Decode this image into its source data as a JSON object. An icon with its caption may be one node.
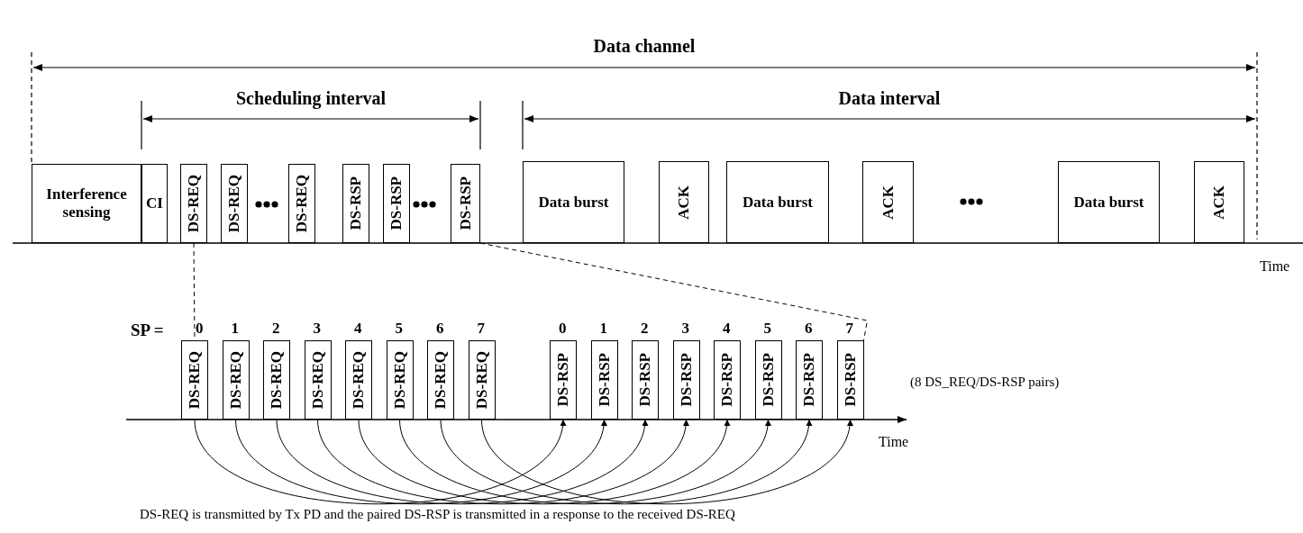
{
  "diagram": {
    "caption": "DS-REQ is transmitted by Tx PD and the paired DS-RSP is transmitted in a response to the received DS-REQ",
    "nodes": [
      {
        "text": [
          "Interference sensing"
        ]
      },
      {
        "text": [
          "CI"
        ]
      },
      {
        "text": [
          "DS-REQ"
        ]
      },
      {
        "text": [
          "DS-REQ"
        ]
      },
      {
        "text": [
          "DS-REQ"
        ]
      },
      {
        "text": [
          "DS-RSP"
        ]
      },
      {
        "text": [
          "DS-RSP"
        ]
      },
      {
        "text": [
          "DS-RSP"
        ]
      },
      {
        "text": [
          "Data burst"
        ]
      },
      {
        "text": [
          "ACK"
        ]
      },
      {
        "text": [
          "Data burst"
        ]
      },
      {
        "text": [
          "ACK"
        ]
      },
      {
        "text": [
          "Data burst"
        ]
      },
      {
        "text": [
          "ACK"
        ]
      },
      {
        "text": [
          "DS-REQ"
        ],
        "beside": [
          "0"
        ]
      },
      {
        "text": [
          "DS-REQ"
        ],
        "beside": [
          "1"
        ]
      },
      {
        "text": [
          "DS-REQ"
        ],
        "beside": [
          "2"
        ]
      },
      {
        "text": [
          "DS-REQ"
        ],
        "beside": [
          "3"
        ]
      },
      {
        "text": [
          "DS-REQ"
        ],
        "beside": [
          "4"
        ]
      },
      {
        "text": [
          "DS-REQ"
        ],
        "beside": [
          "5"
        ]
      },
      {
        "text": [
          "DS-REQ"
        ],
        "beside": [
          "6"
        ]
      },
      {
        "text": [
          "DS-REQ"
        ],
        "beside": [
          "7"
        ]
      },
      {
        "text": [
          "DS-RSP"
        ],
        "beside": [
          "0"
        ]
      },
      {
        "text": [
          "DS-RSP"
        ],
        "beside": [
          "1"
        ]
      },
      {
        "text": [
          "DS-RSP"
        ],
        "beside": [
          "2"
        ]
      },
      {
        "text": [
          "DS-RSP"
        ],
        "beside": [
          "3"
        ]
      },
      {
        "text": [
          "DS-RSP"
        ],
        "beside": [
          "4"
        ]
      },
      {
        "text": [
          "DS-RSP"
        ],
        "beside": [
          "5"
        ]
      },
      {
        "text": [
          "DS-RSP"
        ],
        "beside": [
          "6"
        ]
      },
      {
        "text": [
          "DS-RSP"
        ],
        "beside": [
          "7"
        ]
      }
    ],
    "edges": [
      {
        "from": 14,
        "to": 22,
        "arrow": "to"
      },
      {
        "from": 15,
        "to": 23,
        "arrow": "to"
      },
      {
        "from": 16,
        "to": 24,
        "arrow": "to"
      },
      {
        "from": 17,
        "to": 25,
        "arrow": "to"
      },
      {
        "from": 18,
        "to": 26,
        "arrow": "to"
      },
      {
        "from": 19,
        "to": 27,
        "arrow": "to"
      },
      {
        "from": 20,
        "to": 28,
        "arrow": "to"
      },
      {
        "from": 21,
        "to": 29,
        "arrow": "to"
      },
      {
        "from": 2,
        "to": 14,
        "arrow": "none",
        "style": "dashed"
      },
      {
        "from": 7,
        "to": 29,
        "arrow": "none",
        "style": "dashed"
      }
    ],
    "labels": [
      "Data channel",
      "Scheduling interval",
      "Data interval",
      "Time",
      "SP =",
      "(8 DS_REQ/DS-RSP pairs)",
      "Time"
    ]
  }
}
